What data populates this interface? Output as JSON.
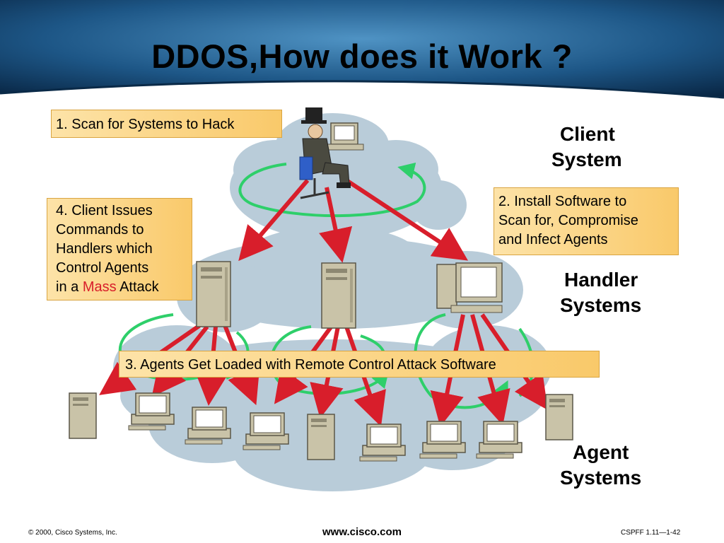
{
  "title": "DDOS,How does it Work ?",
  "callouts": {
    "step1": "1. Scan for Systems to Hack",
    "step2_lines": [
      "2. Install Software to",
      "Scan for, Compromise",
      "and Infect Agents"
    ],
    "step3": "3. Agents Get Loaded with Remote Control Attack Software",
    "step4_lines": [
      "4. Client Issues",
      "Commands to",
      "Handlers which",
      "Control Agents"
    ],
    "step4_last_prefix": "in a ",
    "step4_mass": "Mass",
    "step4_last_suffix": " Attack"
  },
  "labels": {
    "client": [
      "Client",
      "System"
    ],
    "handler": [
      "Handler",
      "Systems"
    ],
    "agent": [
      "Agent",
      "Systems"
    ]
  },
  "footer": {
    "copyright": "© 2000, Cisco Systems, Inc.",
    "url": "www.cisco.com",
    "code": "CSPFF 1.11—1-42"
  },
  "colors": {
    "header_dark": "#0b2a4a",
    "header_light": "#2f6fa0",
    "cloud": "#b9ccd9",
    "arrow_red": "#d81e2b",
    "arrow_green": "#2ecf6a",
    "callout_bg": "#fbd27f",
    "computer_beige": "#c9c3a8"
  }
}
